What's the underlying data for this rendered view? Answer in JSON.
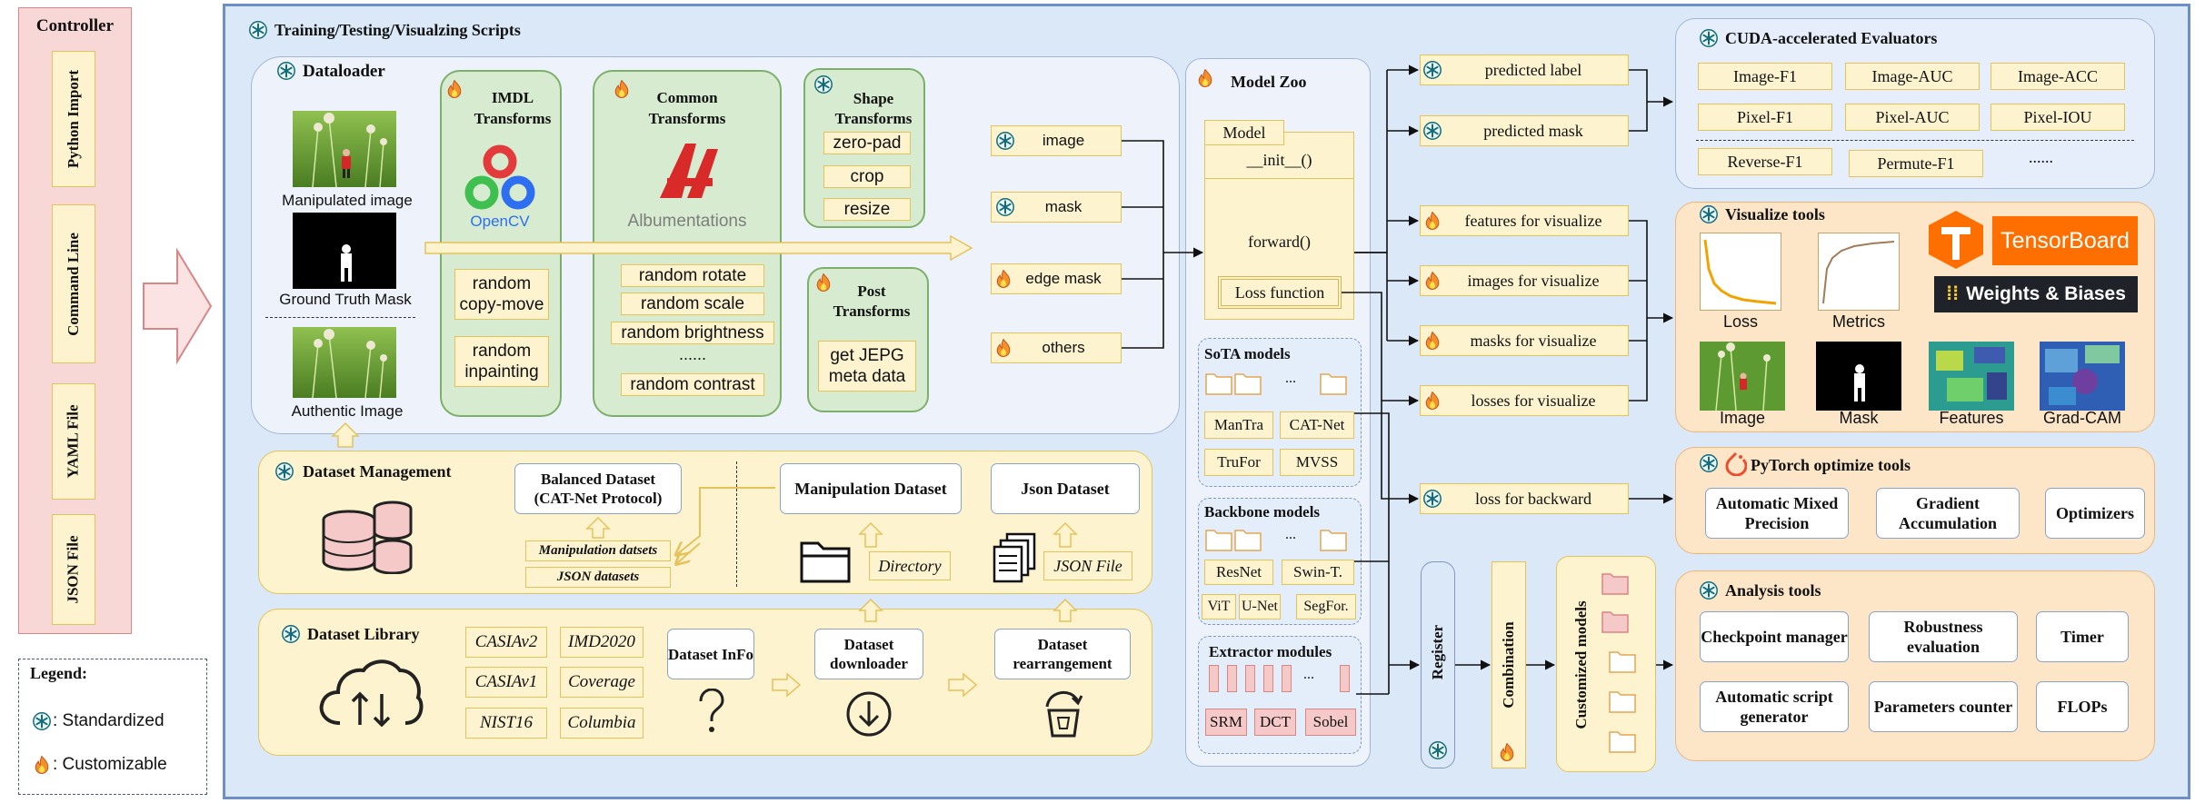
{
  "controller": {
    "title": "Controller",
    "items": [
      "Python Import",
      "Command Line",
      "YAML File",
      "JSON File"
    ]
  },
  "legend": {
    "title": "Legend:",
    "standardized": ": Standardized",
    "customizable": ": Customizable"
  },
  "main": {
    "title": "Training/Testing/Visualzing Scripts"
  },
  "dataloader": {
    "title": "Dataloader",
    "manipulated": "Manipulated image",
    "gt_mask": "Ground Truth Mask",
    "authentic": "Authentic Image"
  },
  "imdl": {
    "title": "IMDL Transforms",
    "logo": "OpenCV",
    "items": [
      "random copy-move",
      "random inpainting"
    ]
  },
  "common": {
    "title": "Common Transforms",
    "logo": "Albumentations",
    "items": [
      "random rotate",
      "random scale",
      "random brightness",
      "......",
      "random contrast"
    ]
  },
  "shape": {
    "title": "Shape Transforms",
    "items": [
      "zero-pad",
      "crop",
      "resize"
    ]
  },
  "post": {
    "title": "Post Transforms",
    "items": [
      "get JEPG meta data"
    ]
  },
  "inputs": [
    "image",
    "mask",
    "edge mask",
    "others"
  ],
  "model_zoo": {
    "title": "Model Zoo",
    "model_label": "Model",
    "init": "__init__()",
    "forward": "forward()",
    "loss": "Loss function",
    "sota_title": "SoTA models",
    "sota_items": [
      "ManTra",
      "CAT-Net",
      "TruFor",
      "MVSS"
    ],
    "backbone_title": "Backbone models",
    "backbone_items": [
      "ResNet",
      "Swin-T.",
      "ViT",
      "U-Net",
      "SegFor."
    ],
    "extractor_title": "Extractor modules",
    "extractor_items": [
      "SRM",
      "DCT",
      "Sobel"
    ],
    "ellipsis": "..."
  },
  "outputs": [
    "predicted label",
    "predicted mask",
    "features for visualize",
    "images for visualize",
    "masks for visualize",
    "losses for visualize",
    "loss for backward"
  ],
  "register": "Register",
  "combination": "Combination",
  "customized": "Customized models",
  "evaluators": {
    "title": "CUDA-accelerated Evaluators",
    "items": [
      "Image-F1",
      "Image-AUC",
      "Image-ACC",
      "Pixel-F1",
      "Pixel-AUC",
      "Pixel-IOU",
      "Reverse-F1",
      "Permute-F1",
      "......"
    ]
  },
  "visualize": {
    "title": "Visualize tools",
    "tensorboard": "TensorBoard",
    "wandb": "Weights & Biases",
    "labels": [
      "Loss",
      "Metrics",
      "Image",
      "Mask",
      "Features",
      "Grad-CAM"
    ]
  },
  "pytorch": {
    "title": "PyTorch optimize tools",
    "items": [
      "Automatic Mixed Precision",
      "Gradient Accumulation",
      "Optimizers"
    ]
  },
  "analysis": {
    "title": "Analysis tools",
    "items": [
      "Checkpoint manager",
      "Robustness evaluation",
      "Timer",
      "Automatic script generator",
      "Parameters counter",
      "FLOPs"
    ]
  },
  "dataset_management": {
    "title": "Dataset Management",
    "balanced": "Balanced Dataset (CAT-Net Protocol)",
    "manip_datsets": "Manipulation datsets",
    "json_datasets": "JSON datasets",
    "manipulation_dataset": "Manipulation Dataset",
    "directory": "Directory",
    "json_dataset": "Json Dataset",
    "json_file": "JSON File"
  },
  "dataset_library": {
    "title": "Dataset Library",
    "datasets": [
      "CASIAv2",
      "IMD2020",
      "CASIAv1",
      "Coverage",
      "NIST16",
      "Columbia"
    ],
    "info": "Dataset InFo",
    "downloader": "Dataset downloader",
    "rearrangement": "Dataset rearrangement"
  },
  "colors": {
    "main_bg": "#dbe8f8",
    "border_blue": "#6d8fc7",
    "controller_bg": "#f8d7d7",
    "yellow": "#fdf3cf",
    "green": "#d7ebd0",
    "orange_panel": "#fde6c8"
  }
}
